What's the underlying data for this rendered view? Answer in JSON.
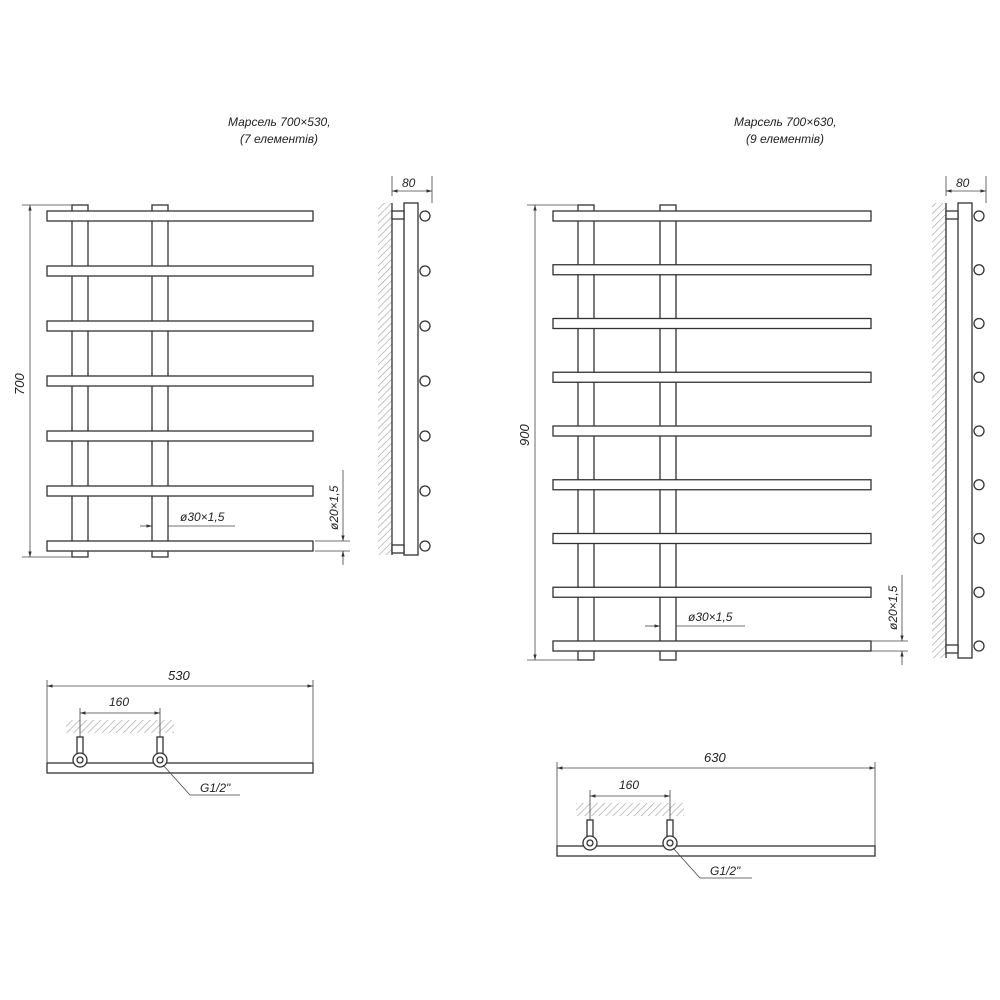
{
  "models": [
    {
      "title_line1": "Марсель 700×530,",
      "title_line2": "(7 елементів)",
      "height": "700",
      "depth": "80",
      "width": "530",
      "spacing": "160",
      "pipe_main": "ø30×1,5",
      "pipe_bar": "ø20×1,5",
      "thread": "G1/2\"",
      "elements": 7
    },
    {
      "title_line1": "Марсель 700×630,",
      "title_line2": "(9 елементів)",
      "height": "900",
      "depth": "80",
      "width": "630",
      "spacing": "160",
      "pipe_main": "ø30×1,5",
      "pipe_bar": "ø20×1,5",
      "thread": "G1/2\"",
      "elements": 9
    }
  ]
}
